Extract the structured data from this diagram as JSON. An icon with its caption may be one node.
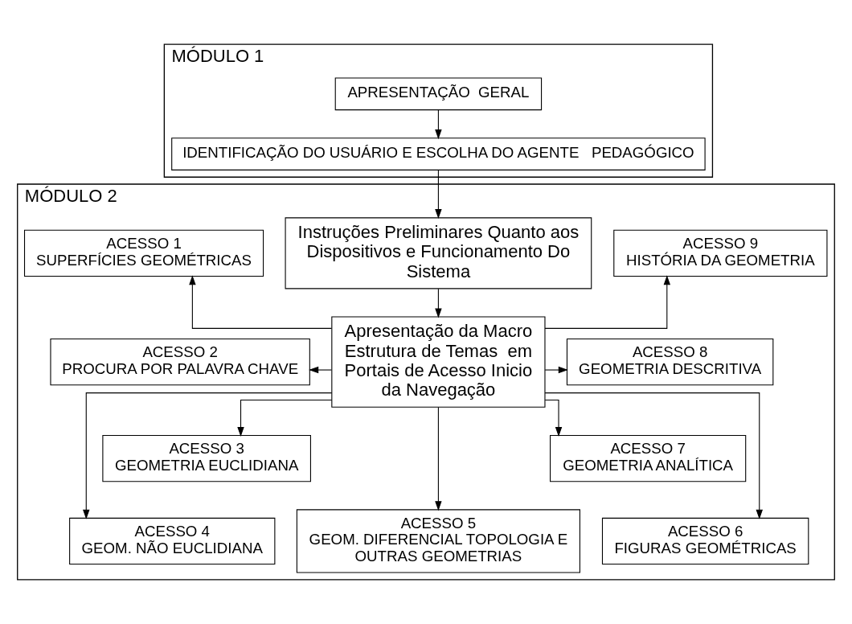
{
  "diagram": {
    "nodes": [
      {
        "text": [
          "MÓDULO 1"
        ]
      },
      {
        "text": [
          "APRESENTAÇÃO  GERAL"
        ],
        "in": 0
      },
      {
        "text": [
          "IDENTIFICAÇÃO DO USUÁRIO E ESCOLHA DO AGENTE   PEDAGÓGICO"
        ],
        "in": 0
      },
      {
        "text": [
          "MÓDULO 2"
        ]
      },
      {
        "text": [
          "Instruções Preliminares Quanto aos Dispositivos e Funcionamento Do Sistema"
        ],
        "in": 3
      },
      {
        "text": [
          "ACESSO 1",
          "SUPERFÍCIES GEOMÉTRICAS"
        ],
        "in": 3
      },
      {
        "text": [
          "ACESSO 9",
          "HISTÓRIA DA GEOMETRIA"
        ],
        "in": 3
      },
      {
        "text": [
          "ACESSO 2",
          "PROCURA POR PALAVRA CHAVE"
        ],
        "in": 3
      },
      {
        "text": [
          "Apresentação da Macro Estrutura de Temas  em Portais de Acesso Inicio da Navegação"
        ],
        "in": 3
      },
      {
        "text": [
          "ACESSO 8",
          "GEOMETRIA DESCRITIVA"
        ],
        "in": 3
      },
      {
        "text": [
          "ACESSO 3",
          "GEOMETRIA EUCLIDIANA"
        ],
        "in": 3
      },
      {
        "text": [
          "ACESSO 7",
          "GEOMETRIA ANALÍTICA"
        ],
        "in": 3
      },
      {
        "text": [
          "ACESSO 4",
          "GEOM. NÃO EUCLIDIANA"
        ],
        "in": 3
      },
      {
        "text": [
          "ACESSO 5",
          "GEOM. DIFERENCIAL TOPOLOGIA E OUTRAS GEOMETRIAS"
        ],
        "in": 3
      },
      {
        "text": [
          "ACESSO 6",
          "FIGURAS GEOMÉTRICAS"
        ],
        "in": 3
      }
    ],
    "edges": [
      {
        "from": 1,
        "to": 2,
        "arrow": "to"
      },
      {
        "from": 2,
        "to": 4,
        "arrow": "to"
      },
      {
        "from": 4,
        "to": 8,
        "arrow": "to"
      },
      {
        "from": 8,
        "to": 5,
        "arrow": "to"
      },
      {
        "from": 8,
        "to": 7,
        "arrow": "to"
      },
      {
        "from": 8,
        "to": 10,
        "arrow": "to"
      },
      {
        "from": 8,
        "to": 12,
        "arrow": "to"
      },
      {
        "from": 8,
        "to": 13,
        "arrow": "to"
      },
      {
        "from": 8,
        "to": 6,
        "arrow": "to"
      },
      {
        "from": 8,
        "to": 9,
        "arrow": "to"
      },
      {
        "from": 8,
        "to": 11,
        "arrow": "to"
      },
      {
        "from": 8,
        "to": 14,
        "arrow": "to"
      }
    ]
  }
}
